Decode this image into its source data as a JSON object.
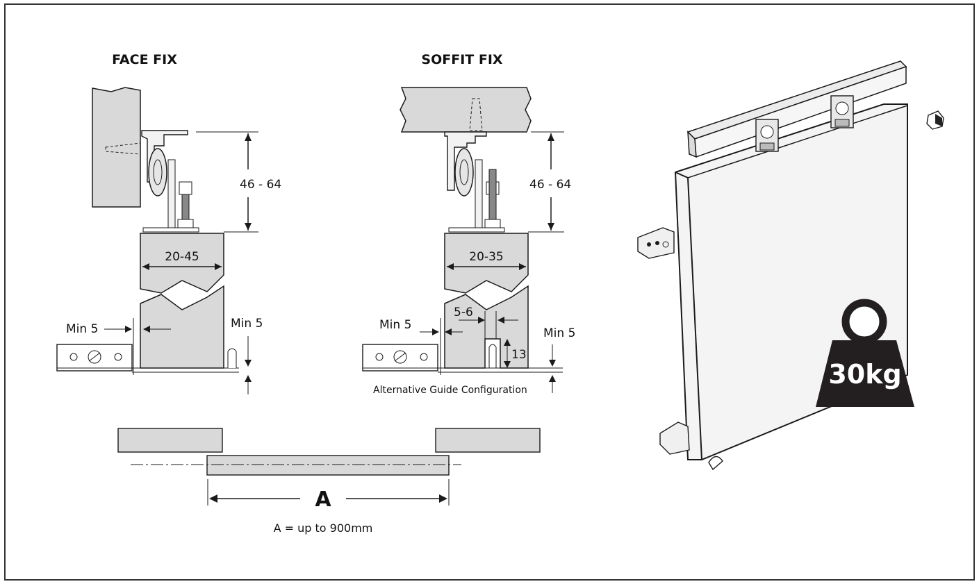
{
  "face_fix": {
    "title": "FACE FIX",
    "height_range": "46  - 64",
    "thickness_range": "20-45",
    "min_left": "Min 5",
    "min_right": "Min 5"
  },
  "soffit_fix": {
    "title": "SOFFIT  FIX",
    "height_range": "46  - 64",
    "thickness_range": "20-35",
    "min_left": "Min 5",
    "min_right": "Min 5",
    "gap_range": "5-6",
    "depth": "13",
    "caption": "Alternative Guide Configuration"
  },
  "overlap": {
    "letter": "A",
    "caption": "A = up to 900mm"
  },
  "weight": {
    "label": "30kg"
  },
  "colors": {
    "panel": "#d9d9d9",
    "line": "#1a1a1a",
    "weight": "#231f20"
  }
}
